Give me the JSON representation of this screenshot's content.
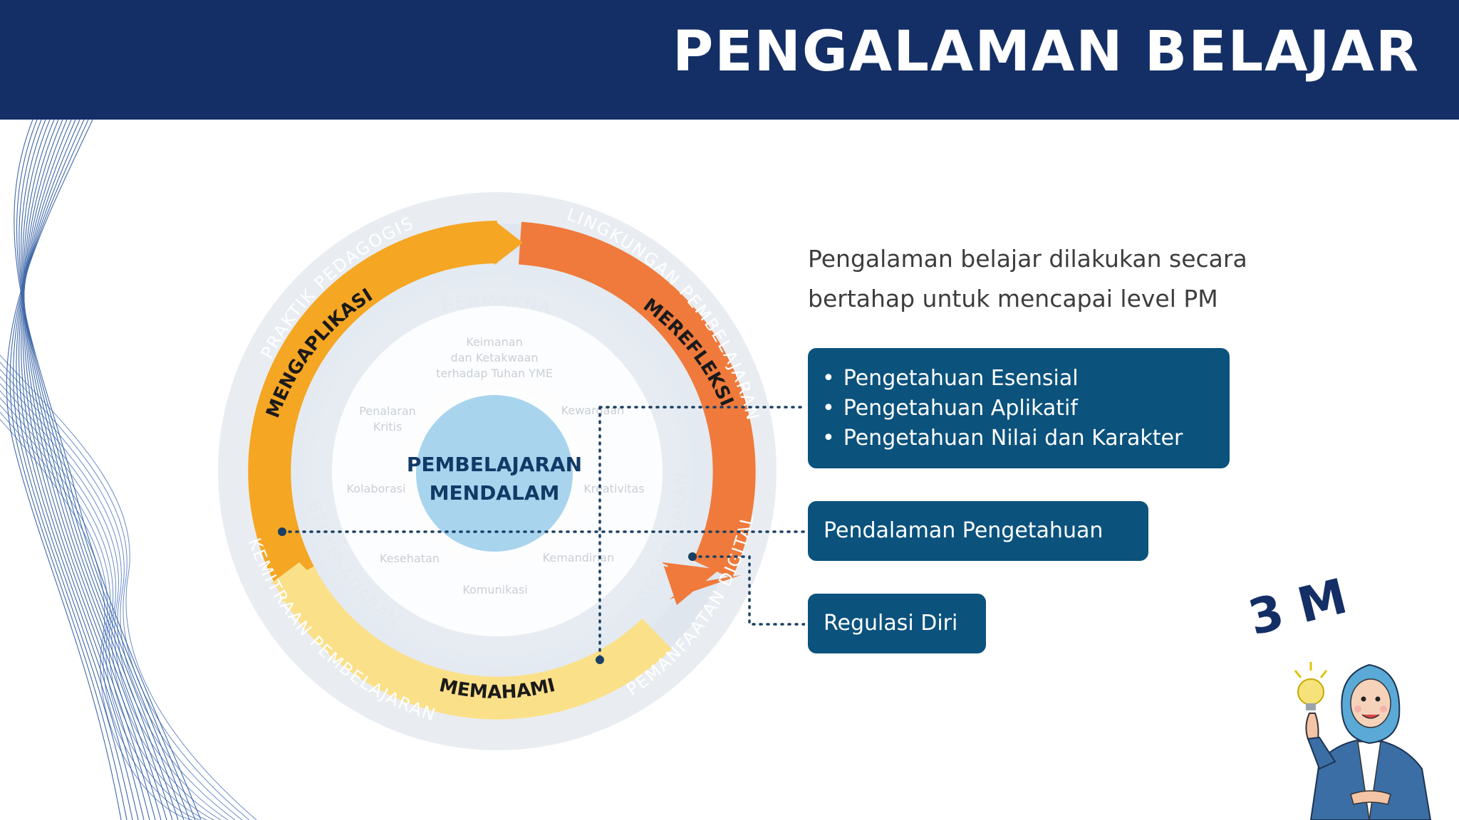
{
  "header": {
    "title": "PENGALAMAN BELAJAR"
  },
  "colors": {
    "navy": "#142f66",
    "box": "#0b527d",
    "orange": "#f5a623",
    "red_orange": "#ef7a3c",
    "yellow": "#fbe08a",
    "center": "#a8d4ee"
  },
  "diagram": {
    "center_line1": "PEMBELAJARAN",
    "center_line2": "MENDALAM",
    "arcs": {
      "left": "MENGAPLIKASI",
      "right": "MEREFLEKSI",
      "bottom": "MEMAHAMI"
    },
    "outer_ring": {
      "top_left": "PRAKTIK PEDAGOGIS",
      "top_right": "LINGKUNGAN PEMBELAJARAN",
      "bottom_left": "KEMITRAAN PEMBELAJARAN",
      "bottom_right": "PEMANFAATAN DIGITAL"
    },
    "inner_ring": {
      "top": "BERMAKNA",
      "left": "BERKESADARAN",
      "right": "MENGGEMBIRAKAN"
    },
    "profile": {
      "p1_line1": "Keimanan",
      "p1_line2": "dan Ketakwaan",
      "p1_line3": "terhadap Tuhan YME",
      "p2": "Kewargaan",
      "p3_line1": "Penalaran",
      "p3_line2": "Kritis",
      "p4": "Kreativitas",
      "p5": "Kolaborasi",
      "p6": "Kesehatan",
      "p7": "Kemandirian",
      "p8": "Komunikasi"
    }
  },
  "intro_text": "Pengalaman belajar dilakukan secara bertahap untuk mencapai level PM",
  "box1_items": [
    "Pengetahuan Esensial",
    "Pengetahuan Aplikatif",
    "Pengetahuan Nilai dan Karakter"
  ],
  "box2_label": "Pendalaman Pengetahuan",
  "box3_label": "Regulasi Diri",
  "badge": "3 M"
}
